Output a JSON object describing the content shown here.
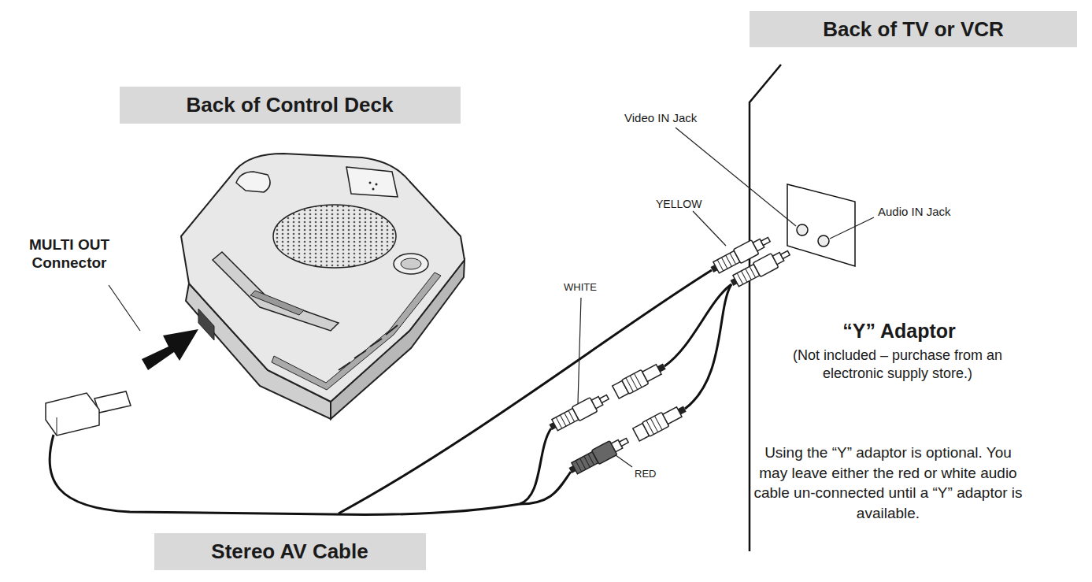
{
  "diagram": {
    "nodes": [
      {
        "text": [
          "Back of Control Deck"
        ]
      },
      {
        "text": [
          "Back of TV or VCR"
        ]
      },
      {
        "text": [
          "Stereo AV Cable"
        ]
      }
    ],
    "labels": [
      "Video IN Jack",
      "YELLOW",
      "Audio IN Jack",
      "MULTI OUT Connector",
      "WHITE",
      "RED",
      "“Y” Adaptor",
      "(Not included – purchase from an electronic supply store.)",
      "Using the “Y” adaptor is optional. You may leave either the red or white audio cable un-connected until a “Y” adaptor is available."
    ]
  }
}
